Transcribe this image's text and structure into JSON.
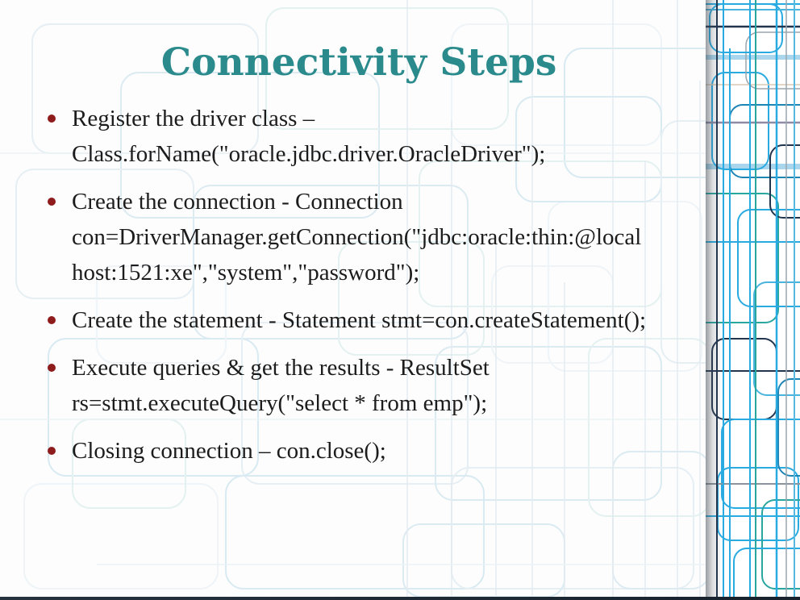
{
  "slide": {
    "title": "Connectivity Steps",
    "bullets": [
      "Register the driver class – Class.forName(\"oracle.jdbc.driver.OracleDriver\");",
      "Create the connection - Connection con=DriverManager.getConnection(\"jdbc:oracle:thin:@localhost:1521:xe\",\"system\",\"password\");",
      "Create the statement - Statement stmt=con.createStatement();",
      "Execute queries & get the results - ResultSet rs=stmt.executeQuery(\"select * from emp\");",
      "Closing connection – con.close();"
    ],
    "colors": {
      "title": "#2a8a8c",
      "bullet": "#8e1c1c",
      "body_text": "#1c1c1c",
      "accent_blue": "#29abe2",
      "accent_navy": "#22354f",
      "accent_teal": "#2aa6a0"
    }
  }
}
